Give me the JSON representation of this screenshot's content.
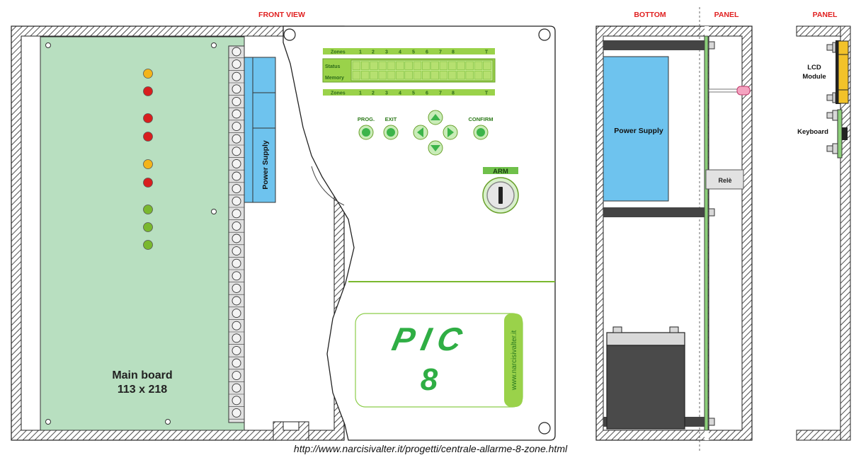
{
  "headings": {
    "front_view": "FRONT VIEW",
    "bottom": "BOTTOM",
    "panel_1": "PANEL",
    "panel_2": "PANEL"
  },
  "main_board": {
    "title": "Main board",
    "size": "113 x 218"
  },
  "power_supply_label": "Power Supply",
  "power_supply_bottom_label": "Power Supply",
  "lcd": {
    "zones_label": "Zones",
    "zone_numbers": [
      "1",
      "2",
      "3",
      "4",
      "5",
      "6",
      "7",
      "8",
      "T"
    ],
    "status_label": "Status",
    "memory_label": "Memory"
  },
  "keypad": {
    "prog_label": "PROG.",
    "exit_label": "EXIT",
    "confirm_label": "CONFIRM"
  },
  "arm_label": "ARM",
  "logo": {
    "line1": "PIC",
    "line2": "8",
    "website": "www.narcisivalter.it"
  },
  "rele_label": "Relè",
  "lcd_module_label_line1": "LCD",
  "lcd_module_label_line2": "Module",
  "keyboard_label": "Keyboard",
  "footer_url": "http://www.narcisivalter.it/progetti/centrale-allarme-8-zone.html",
  "colors": {
    "board_green": "#b8dfc0",
    "power_blue": "#6ec3ee",
    "lcd_green": "#9ad24a",
    "button_green": "#3cb44a",
    "heading_red": "#e02020",
    "led_red": "#d81e1e",
    "led_yellow": "#f3b41b",
    "led_green": "#7ab82e"
  },
  "leds": [
    "yellow",
    "red",
    "red",
    "red",
    "yellow",
    "red",
    "green",
    "green",
    "green"
  ]
}
